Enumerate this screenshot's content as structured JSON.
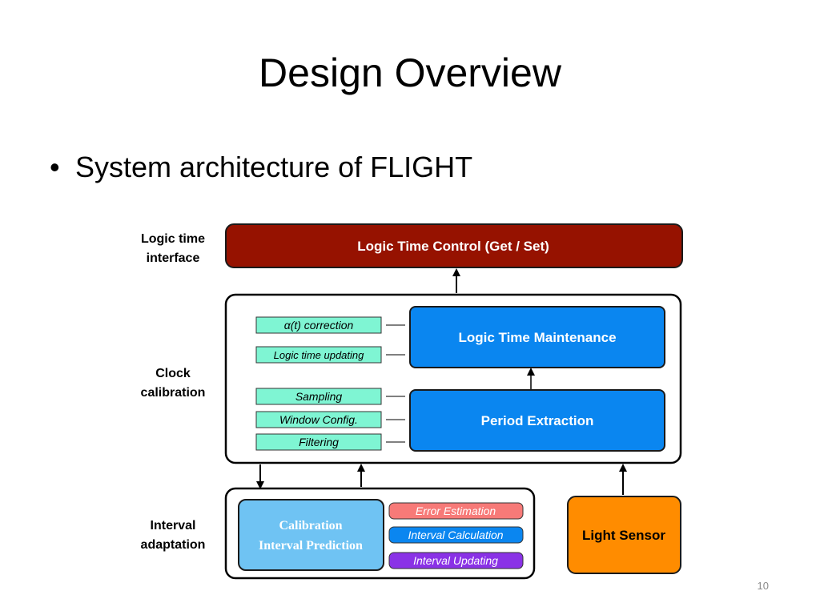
{
  "slide": {
    "title": "Design Overview",
    "bullet": "System architecture of FLIGHT",
    "page_number": "10"
  },
  "diagram": {
    "row_labels": {
      "logic_time_interface": [
        "Logic time",
        "interface"
      ],
      "clock_calibration": [
        "Clock",
        "calibration"
      ],
      "interval_adaptation": [
        "Interval",
        "adaptation"
      ]
    },
    "logic_time_control": "Logic Time Control (Get / Set)",
    "logic_time_maintenance": "Logic Time Maintenance",
    "period_extraction": "Period Extraction",
    "maintenance_subtasks": [
      "α(t) correction",
      "Logic time updating"
    ],
    "extraction_subtasks": [
      "Sampling",
      "Window Config.",
      "Filtering"
    ],
    "calibration_box": [
      "Calibration",
      "Interval Prediction"
    ],
    "adaptation_tasks": [
      "Error Estimation",
      "Interval Calculation",
      "Interval Updating"
    ],
    "light_sensor": "Light Sensor",
    "colors": {
      "control": "#961200",
      "blue_box": "#0a86f0",
      "light_blue": "#6fc3f3",
      "teal_tag": "#7ff5d3",
      "red_tag": "#f77a78",
      "purple_tag": "#8a32e6",
      "sensor": "#ff8c00"
    }
  }
}
